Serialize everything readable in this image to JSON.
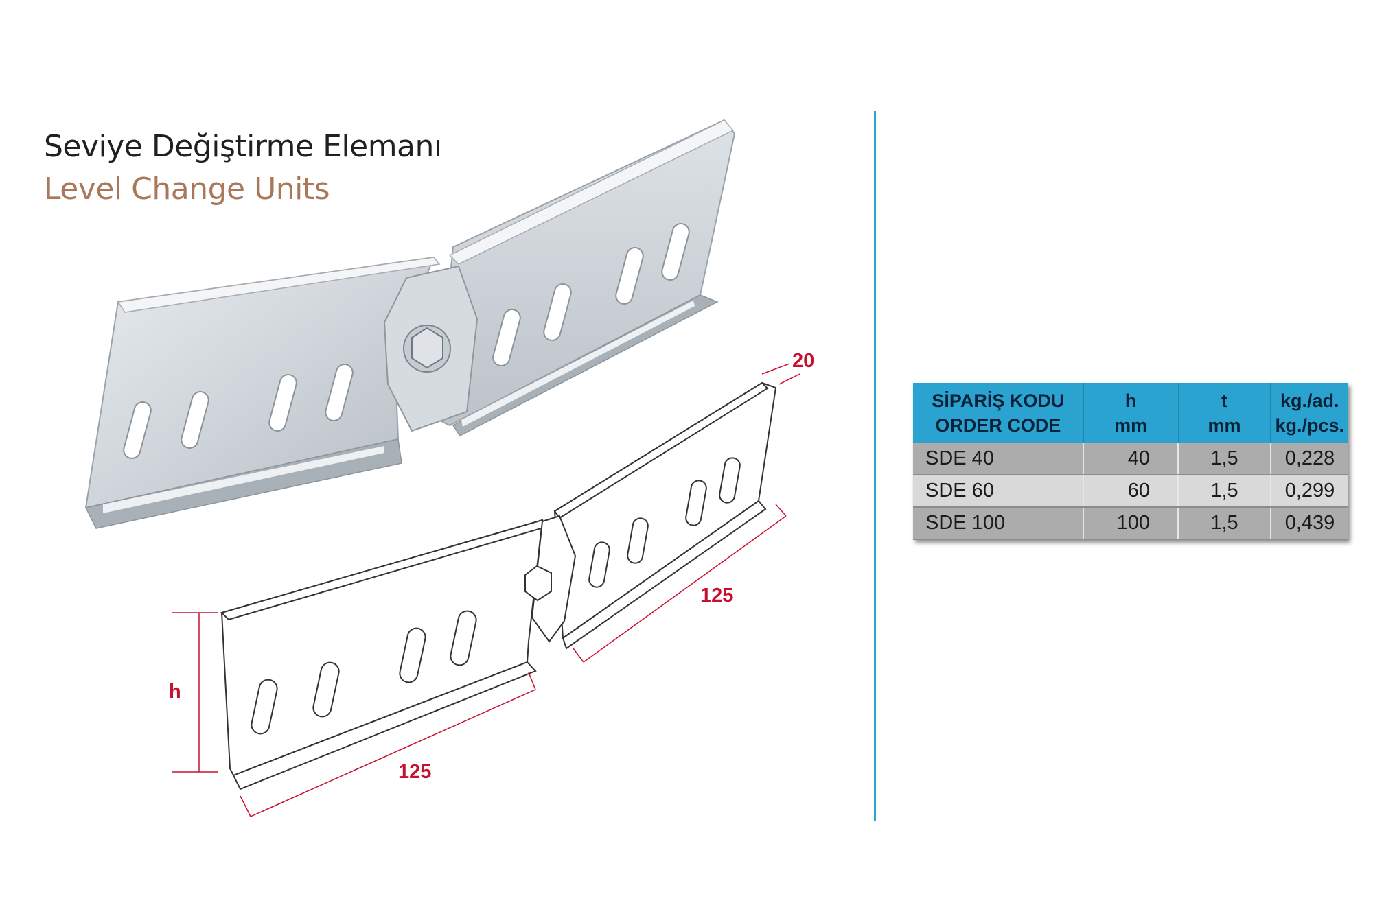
{
  "title": {
    "tr": "Seviye Değiştirme Elemanı",
    "en": "Level Change Units"
  },
  "colors": {
    "accent": "#2ba3d1",
    "title_en": "#a9785a",
    "dimension": "#c8102e"
  },
  "drawing": {
    "dimensions": {
      "top_thickness": "20",
      "right_length": "125",
      "left_length": "125",
      "height": "h"
    }
  },
  "table": {
    "headers": [
      {
        "line1": "SİPARİŞ KODU",
        "line2": "ORDER CODE"
      },
      {
        "line1": "h",
        "line2": "mm"
      },
      {
        "line1": "t",
        "line2": "mm"
      },
      {
        "line1": "kg./ad.",
        "line2": "kg./pcs."
      }
    ],
    "rows": [
      {
        "code": "SDE 40",
        "h": "40",
        "t": "1,5",
        "kg": "0,228"
      },
      {
        "code": "SDE 60",
        "h": "60",
        "t": "1,5",
        "kg": "0,299"
      },
      {
        "code": "SDE 100",
        "h": "100",
        "t": "1,5",
        "kg": "0,439"
      }
    ]
  }
}
